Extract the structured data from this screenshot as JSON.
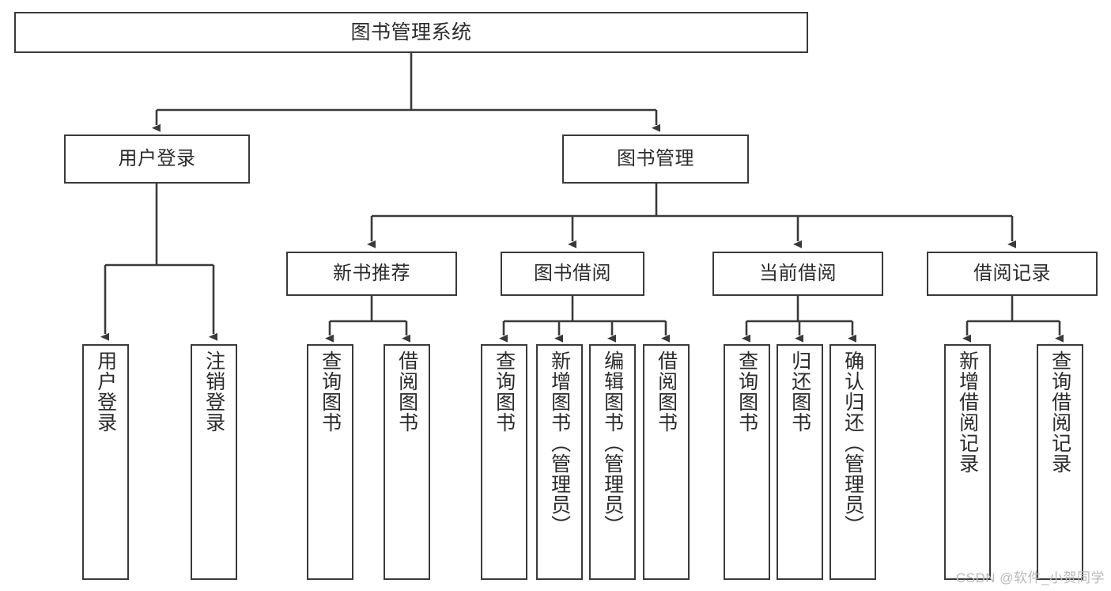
{
  "diagram": {
    "type": "tree",
    "title": "图书管理系统",
    "watermark": "CSDN @软件_小贺同学",
    "colors": {
      "stroke": "#3a3a3a",
      "fill": "#ffffff",
      "text": "#2b2b2b",
      "watermark": "#b9b9b9"
    },
    "nodes": {
      "root": {
        "label": "图书管理系统"
      },
      "level2": [
        {
          "id": "user-login",
          "label": "用户登录"
        },
        {
          "id": "book-manage",
          "label": "图书管理"
        }
      ],
      "level3": [
        {
          "id": "new-book-rec",
          "label": "新书推荐"
        },
        {
          "id": "book-borrow",
          "label": "图书借阅"
        },
        {
          "id": "current-borrow",
          "label": "当前借阅"
        },
        {
          "id": "borrow-record",
          "label": "借阅记录"
        }
      ],
      "leaves": {
        "user-login": [
          {
            "id": "leaf-user-login",
            "label": "用户登录"
          },
          {
            "id": "leaf-logout",
            "label": "注销登录"
          }
        ],
        "new-book-rec": [
          {
            "id": "leaf-query-book-1",
            "label": "查询图书"
          },
          {
            "id": "leaf-borrow-book-1",
            "label": "借阅图书"
          }
        ],
        "book-borrow": [
          {
            "id": "leaf-query-book-2",
            "label": "查询图书"
          },
          {
            "id": "leaf-add-book",
            "label": "新增图书（管理员）"
          },
          {
            "id": "leaf-edit-book",
            "label": "编辑图书（管理员）"
          },
          {
            "id": "leaf-borrow-book-2",
            "label": "借阅图书"
          }
        ],
        "current-borrow": [
          {
            "id": "leaf-query-book-3",
            "label": "查询图书"
          },
          {
            "id": "leaf-return-book",
            "label": "归还图书"
          },
          {
            "id": "leaf-confirm-return",
            "label": "确认归还（管理员）"
          }
        ],
        "borrow-record": [
          {
            "id": "leaf-add-record",
            "label": "新增借阅记录"
          },
          {
            "id": "leaf-query-record",
            "label": "查询借阅记录"
          }
        ]
      }
    }
  }
}
